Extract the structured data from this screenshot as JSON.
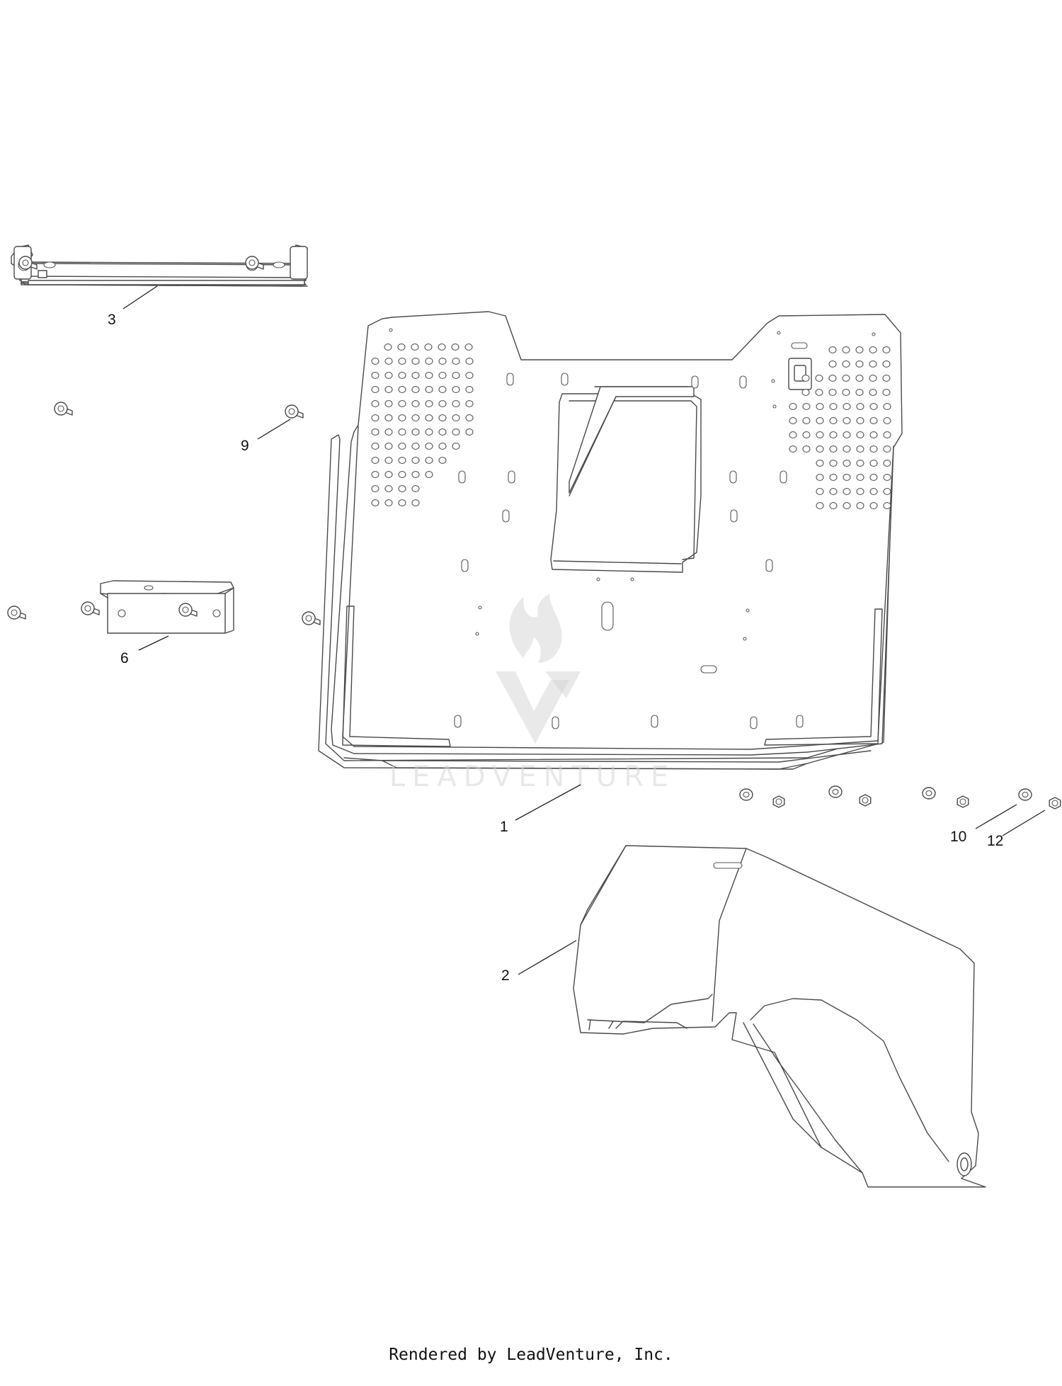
{
  "callouts": {
    "c1": "1",
    "c2": "2",
    "c3": "3",
    "c6": "6",
    "c9": "9",
    "c10": "10",
    "c12": "12"
  },
  "watermark": "LEADVENTURE",
  "footer": "Rendered by LeadVenture, Inc."
}
